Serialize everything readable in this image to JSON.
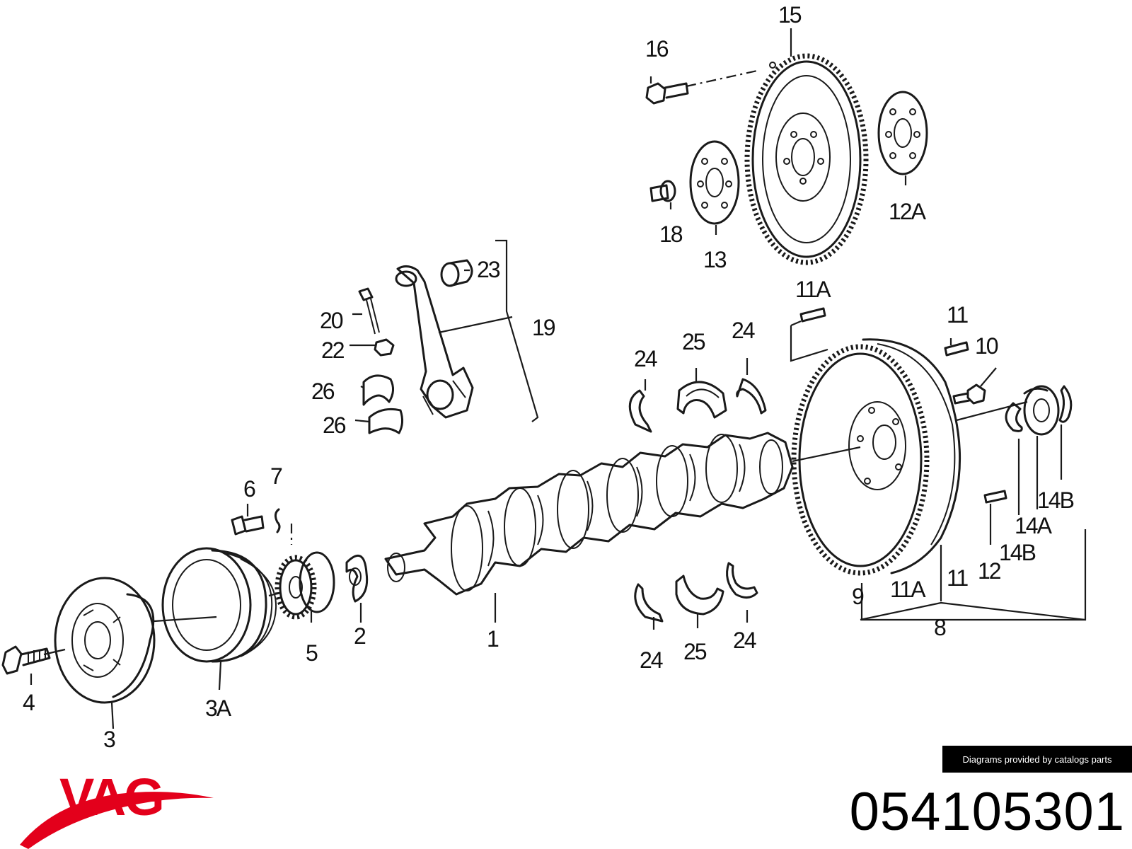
{
  "brand": {
    "name": "VAG",
    "color": "#e3001b"
  },
  "part_number": "054105301",
  "credit_text": "Diagrams provided by catalogs parts",
  "callouts": {
    "c1": "1",
    "c2": "2",
    "c3": "3",
    "c3a": "3A",
    "c4": "4",
    "c5": "5",
    "c6": "6",
    "c7": "7",
    "c8": "8",
    "c9": "9",
    "c10": "10",
    "c11_top": "11",
    "c11_bottom": "11",
    "c11a_top": "11A",
    "c11a_bottom": "11A",
    "c12": "12",
    "c12a": "12A",
    "c13": "13",
    "c14a": "14A",
    "c14b_upper": "14B",
    "c14b_lower": "14B",
    "c15": "15",
    "c16": "16",
    "c18": "18",
    "c19": "19",
    "c20": "20",
    "c22": "22",
    "c23": "23",
    "c24_a": "24",
    "c24_b": "24",
    "c24_c": "24",
    "c24_d": "24",
    "c25_top": "25",
    "c25_bottom": "25",
    "c26_a": "26",
    "c26_b": "26"
  }
}
